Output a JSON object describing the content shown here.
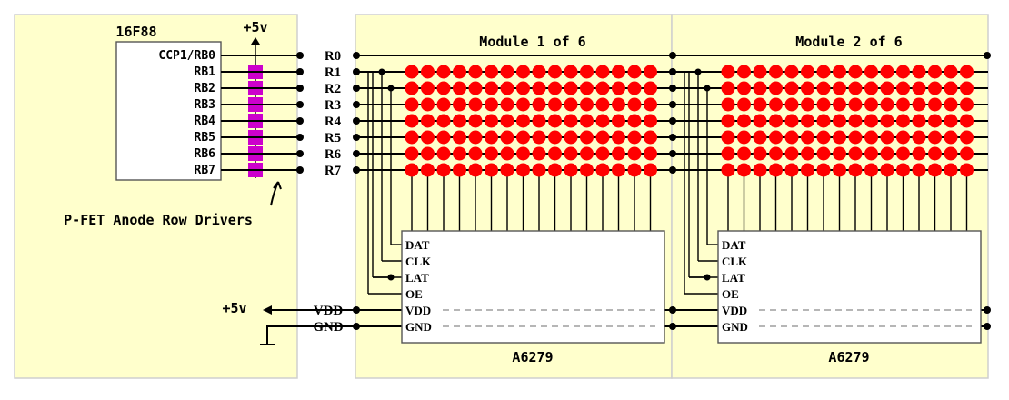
{
  "mcu": {
    "chip": "16F88",
    "supply": "+5v",
    "pins": [
      "CCP1/RB0",
      "RB1",
      "RB2",
      "RB3",
      "RB4",
      "RB5",
      "RB6",
      "RB7"
    ],
    "driver_caption": "P-FET Anode Row Drivers"
  },
  "rows": [
    "R0",
    "R1",
    "R2",
    "R3",
    "R4",
    "R5",
    "R6",
    "R7"
  ],
  "power": {
    "vdd_source": "+5v",
    "vdd_label": "VDD",
    "gnd_label": "GND"
  },
  "modules": [
    {
      "title": "Module 1 of 6",
      "driver": "A6279",
      "pins": [
        "DAT",
        "CLK",
        "LAT",
        "OE",
        "VDD",
        "GND"
      ]
    },
    {
      "title": "Module 2 of 6",
      "driver": "A6279",
      "pins": [
        "DAT",
        "CLK",
        "LAT",
        "OE",
        "VDD",
        "GND"
      ]
    }
  ],
  "matrix": {
    "rows": 7,
    "cols": 16
  },
  "colors": {
    "panel": "#ffffcc",
    "led": "#ff0000",
    "fet": "#cc00cc",
    "wire": "#000000"
  }
}
